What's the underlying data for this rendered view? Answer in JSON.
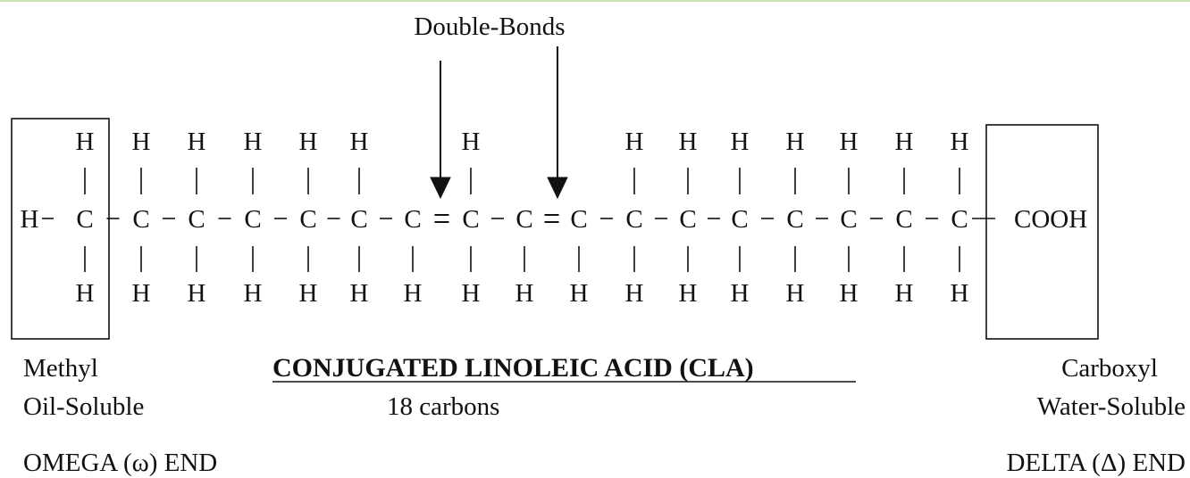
{
  "title": "CONJUGATED LINOLEIC ACID (CLA)",
  "carbon_count_label": "18 carbons",
  "double_bonds_label": "Double-Bonds",
  "left_box": {
    "line1": "Methyl",
    "line2": "Oil-Soluble",
    "end": "OMEGA (ω) END"
  },
  "right_box": {
    "line1": "Carboxyl",
    "line2": "Water-Soluble",
    "end": "DELTA (Δ) END",
    "group": "COOH"
  },
  "atoms": {
    "carbon": "C",
    "hydrogen": "H"
  },
  "colors": {
    "ink": "#111111",
    "top_rule": "#c8e6b4",
    "background": "#ffffff"
  }
}
